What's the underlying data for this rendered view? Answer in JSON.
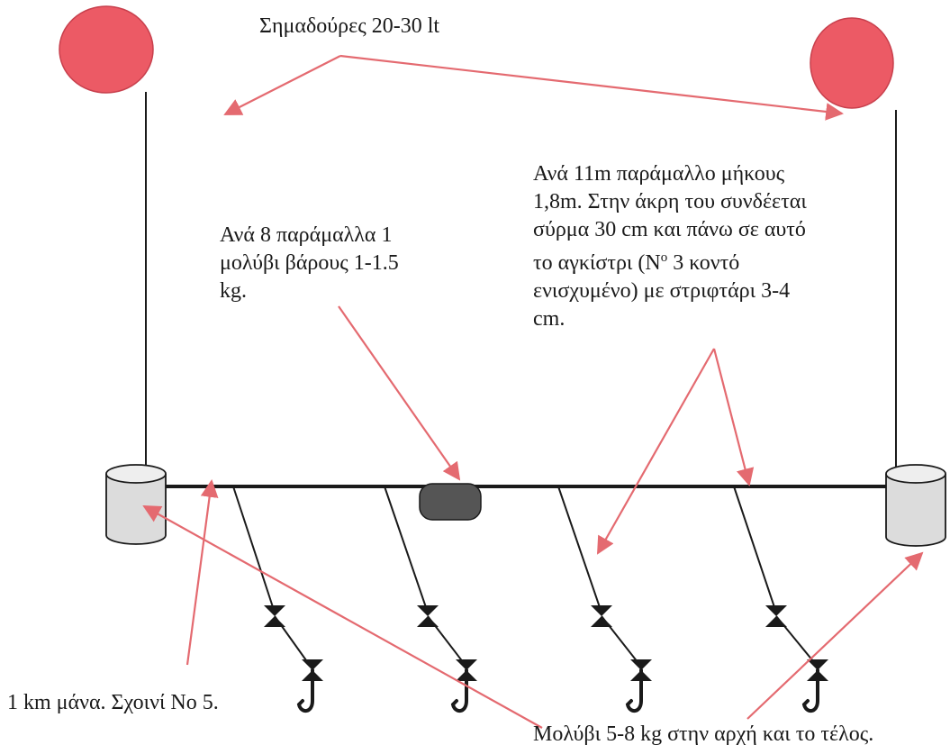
{
  "labels": {
    "floats": "Σημαδούρες 20-30 lt",
    "sinker_lines": [
      "Ανά 8 παράμαλλα 1",
      "μολύβι βάρους 1-1.5",
      "kg."
    ],
    "branch_lines": [
      "Ανά 11m παράμαλλο μήκους",
      "1,8m. Στην άκρη του συνδέεται",
      "σύρμα 30 cm και πάνω σε αυτό",
      "το αγκίστρι (N",
      "o",
      " 3 κοντό",
      "ενισχυμένο) με στριφτάρι 3-4",
      "cm."
    ],
    "main_line": "1 km μάνα. Σχοινί No 5.",
    "end_weights": "Μολύβι 5-8 kg στην αρχή και το τέλος."
  },
  "colors": {
    "float_fill": "#ec5a65",
    "arrow": "#e46a70",
    "line": "#1a1a1a",
    "weight_end_fill": "#dcdcdc",
    "weight_mid_fill": "#555555"
  },
  "icons": {
    "float": "red-float-buoy",
    "end_weight": "cylinder-weight",
    "mid_weight": "lead-sinker",
    "swivel": "swivel-icon",
    "hook": "fish-hook-icon"
  }
}
